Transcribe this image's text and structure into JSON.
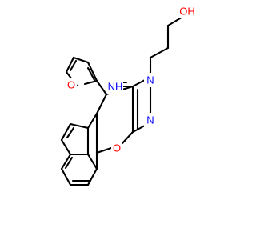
{
  "molecule": {
    "labels": {
      "hydroxyl": "OH",
      "imine_nh": "NH",
      "ring_n_alkyl": "N",
      "ring_n": "N",
      "pyran_o": "O",
      "furan_o": "O"
    },
    "colors": {
      "bond": "#000000",
      "oxygen": "#ff0000",
      "nitrogen": "#0000ff",
      "background": "#ffffff"
    }
  }
}
